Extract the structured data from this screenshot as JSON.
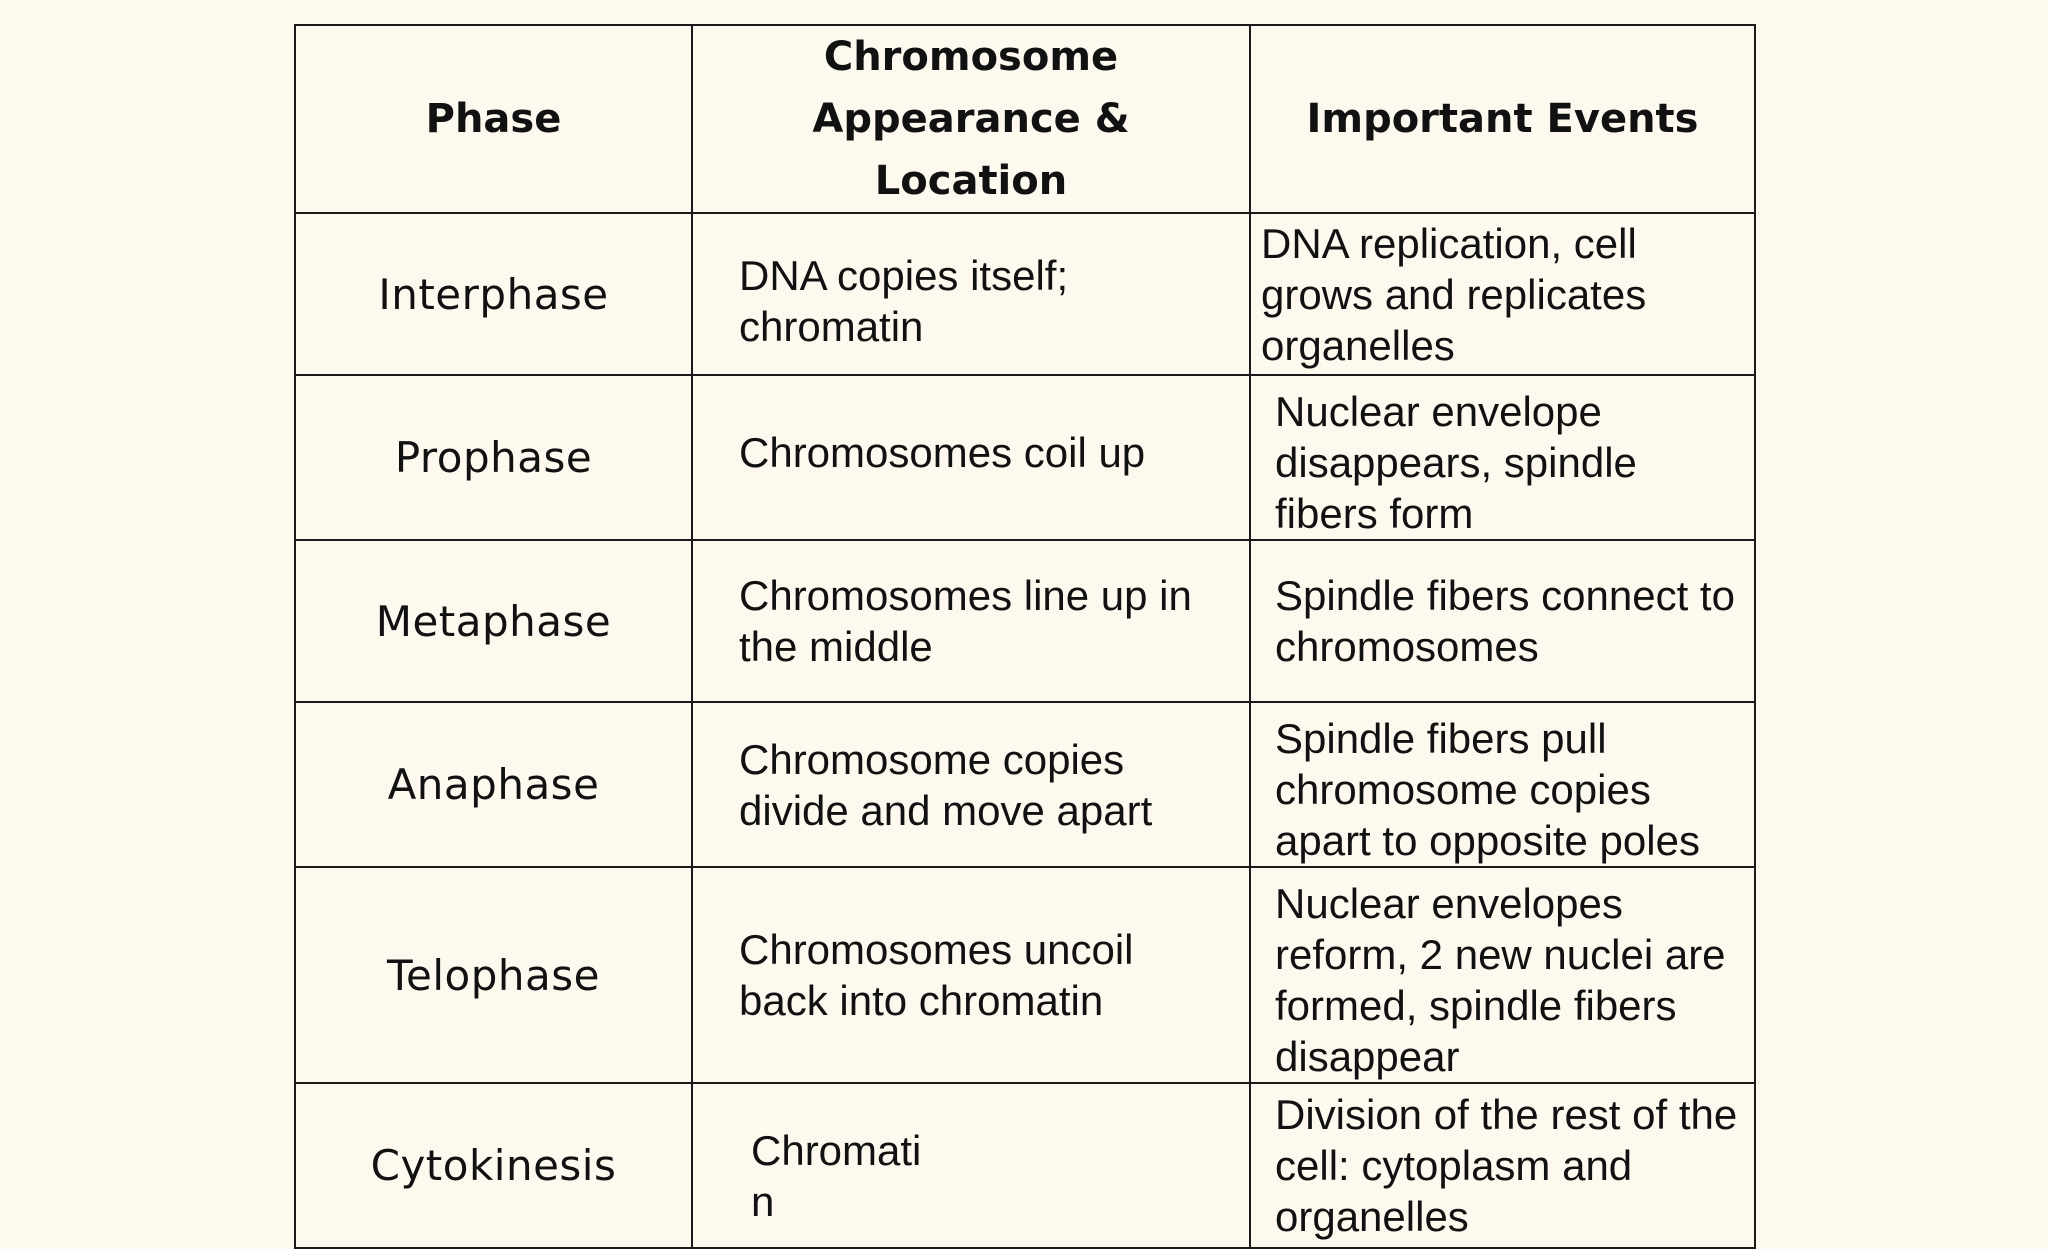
{
  "table": {
    "headers": {
      "phase": "Phase",
      "appearance": "Chromosome Appearance & Location",
      "events": "Important Events"
    },
    "rows": [
      {
        "phase": "Interphase",
        "appearance": "DNA copies itself; chromatin",
        "events": "DNA replication, cell grows and replicates organelles"
      },
      {
        "phase": "Prophase",
        "appearance": "Chromosomes coil up",
        "events": "Nuclear envelope disappears, spindle fibers form"
      },
      {
        "phase": "Metaphase",
        "appearance": "Chromosomes line up in the middle",
        "events": "Spindle fibers connect to chromosomes"
      },
      {
        "phase": "Anaphase",
        "appearance": "Chromosome copies divide and move apart",
        "events": "Spindle fibers pull chromosome copies apart to opposite poles"
      },
      {
        "phase": "Telophase",
        "appearance": "Chromosomes uncoil back into chromatin",
        "events": "Nuclear envelopes reform, 2 new nuclei are formed, spindle fibers disappear"
      },
      {
        "phase": "Cytokinesis",
        "appearance": "Chromatin",
        "events": "Division of the rest of the cell: cytoplasm and organelles"
      }
    ]
  }
}
